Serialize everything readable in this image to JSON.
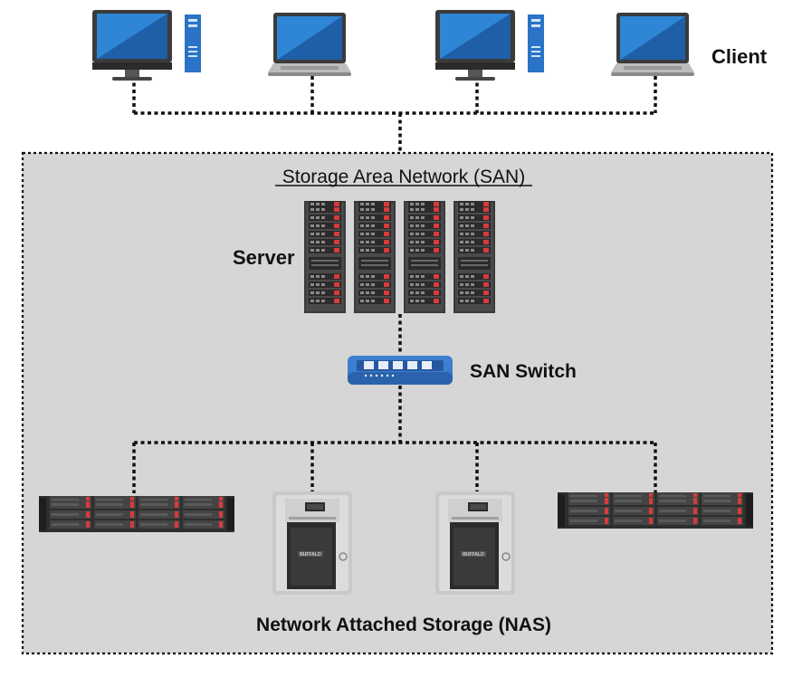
{
  "labels": {
    "client": "Client",
    "san_title": "Storage Area Network (SAN)",
    "server": "Server",
    "san_switch": "SAN Switch",
    "nas": "Network Attached Storage (NAS)",
    "nas_brand": "BUFFALO"
  },
  "nodes": {
    "clients": [
      {
        "kind": "desktop"
      },
      {
        "kind": "laptop"
      },
      {
        "kind": "desktop"
      },
      {
        "kind": "laptop"
      }
    ],
    "servers": [
      {
        "kind": "rack"
      },
      {
        "kind": "rack"
      },
      {
        "kind": "rack"
      },
      {
        "kind": "rack"
      }
    ],
    "storage": [
      {
        "kind": "rack-storage"
      },
      {
        "kind": "nas-tower"
      },
      {
        "kind": "nas-tower"
      },
      {
        "kind": "rack-storage"
      }
    ]
  },
  "colors": {
    "screen": "#2f86d6",
    "screen_dark": "#1f5fa8",
    "monitor_body": "#3b3b3b",
    "tower": "#2a73c6",
    "san_fill": "#d6d6d6",
    "server_body": "#3a3a3a",
    "server_accent": "#d93a3a",
    "switch_body": "#3c7fd0",
    "nas_body": "#c9c9c9",
    "link": "#111111"
  }
}
